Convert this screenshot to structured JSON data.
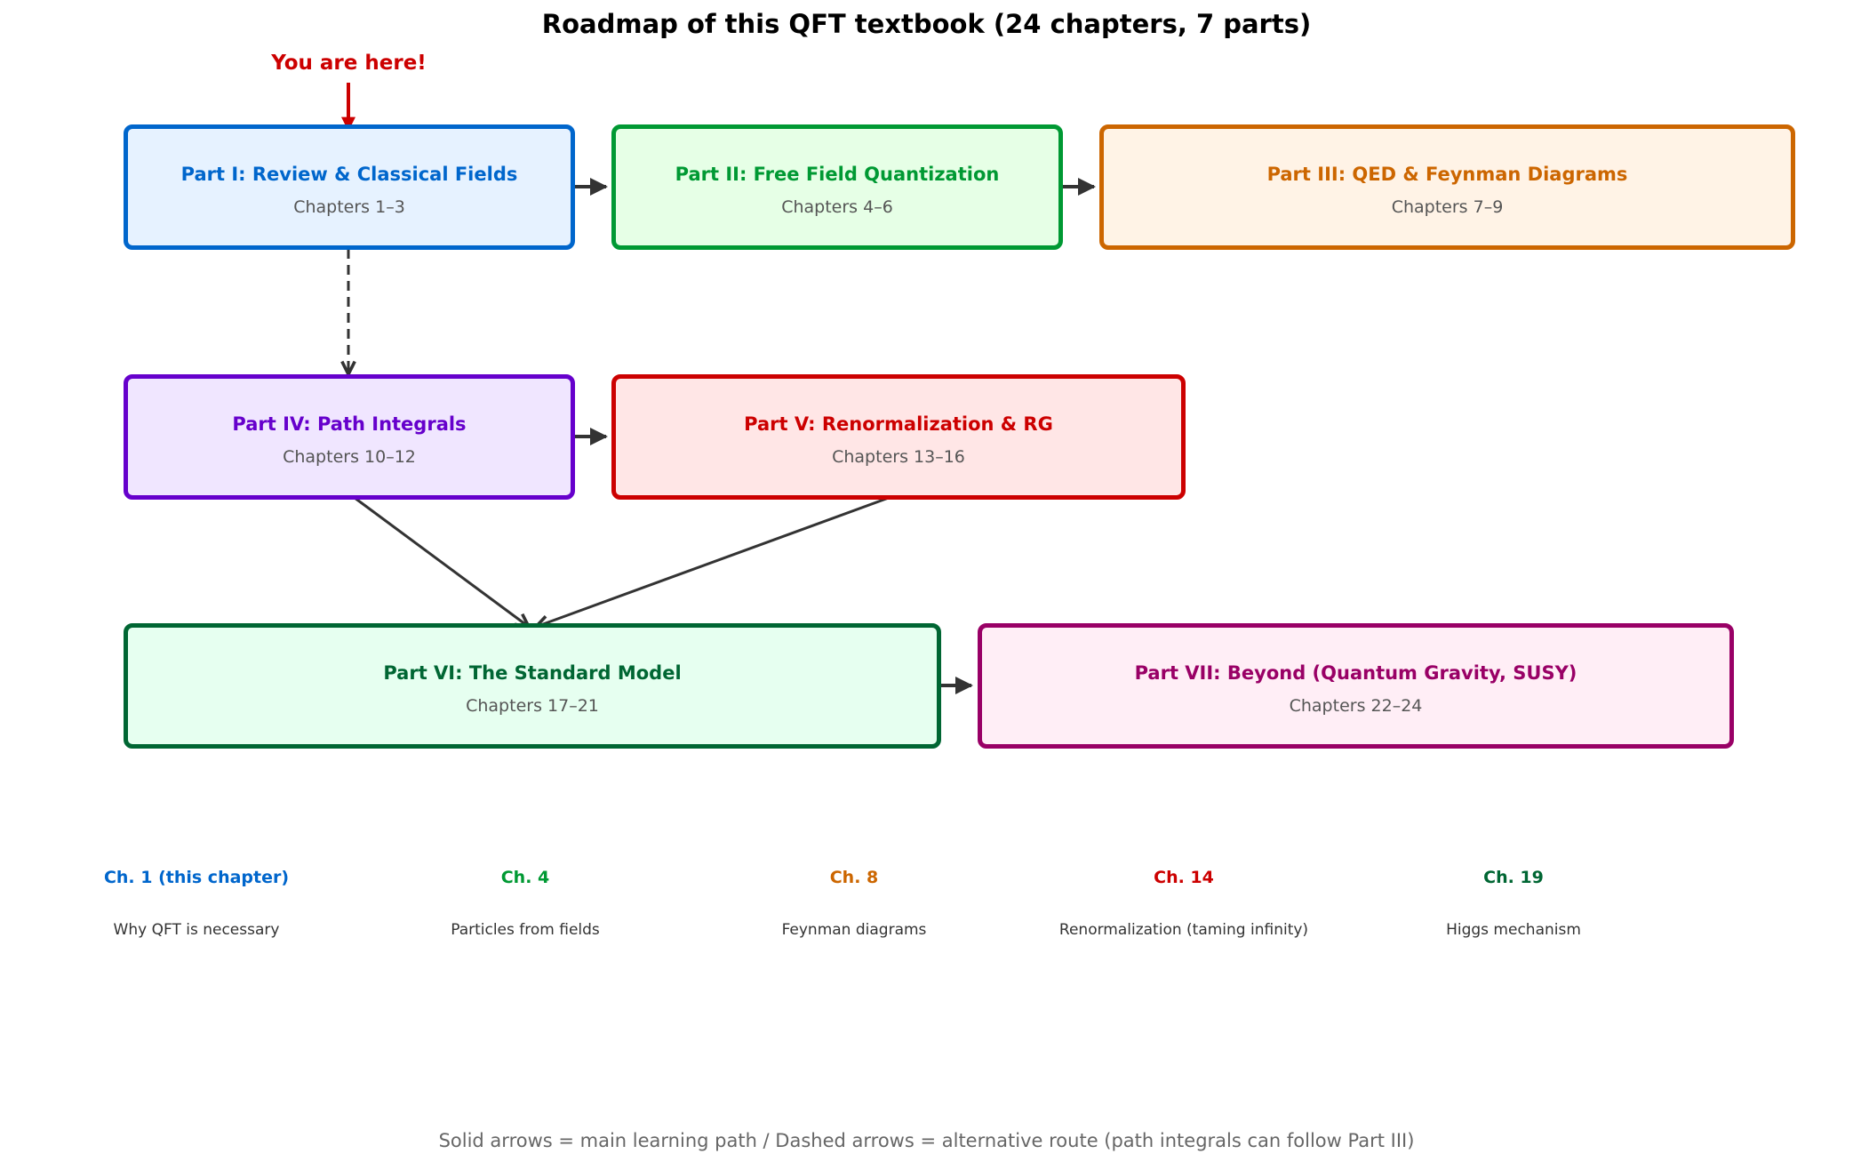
{
  "title": "Roadmap of this QFT textbook (24 chapters, 7 parts)",
  "you_are_here": "You are here!",
  "parts": [
    {
      "name": "Part I: Review & Classical Fields",
      "chapters": "Chapters 1–3",
      "color": "#0066cc",
      "fill": "#e6f2ff"
    },
    {
      "name": "Part II: Free Field Quantization",
      "chapters": "Chapters 4–6",
      "color": "#009933",
      "fill": "#e6ffe6"
    },
    {
      "name": "Part III: QED & Feynman Diagrams",
      "chapters": "Chapters 7–9",
      "color": "#cc6600",
      "fill": "#fff3e6"
    },
    {
      "name": "Part IV: Path Integrals",
      "chapters": "Chapters 10–12",
      "color": "#6600cc",
      "fill": "#f0e6ff"
    },
    {
      "name": "Part V: Renormalization & RG",
      "chapters": "Chapters 13–16",
      "color": "#cc0000",
      "fill": "#ffe6e6"
    },
    {
      "name": "Part VI: The Standard Model",
      "chapters": "Chapters 17–21",
      "color": "#006633",
      "fill": "#e6fff0"
    },
    {
      "name": "Part VII: Beyond (Quantum Gravity, SUSY)",
      "chapters": "Chapters 22–24",
      "color": "#990066",
      "fill": "#ffeef6"
    }
  ],
  "highlights": [
    {
      "chapter": "Ch. 1 (this chapter)",
      "desc": "Why QFT is necessary",
      "color": "#0066cc"
    },
    {
      "chapter": "Ch. 4",
      "desc": "Particles from fields",
      "color": "#009933"
    },
    {
      "chapter": "Ch. 8",
      "desc": "Feynman diagrams",
      "color": "#cc6600"
    },
    {
      "chapter": "Ch. 14",
      "desc": "Renormalization (taming infinity)",
      "color": "#cc0000"
    },
    {
      "chapter": "Ch. 19",
      "desc": "Higgs mechanism",
      "color": "#006633"
    }
  ],
  "arrow_color": "#333333",
  "here_color": "#cc0000",
  "legend_note": "Solid arrows = main learning path / Dashed arrows = alternative route (path integrals can follow Part III)"
}
